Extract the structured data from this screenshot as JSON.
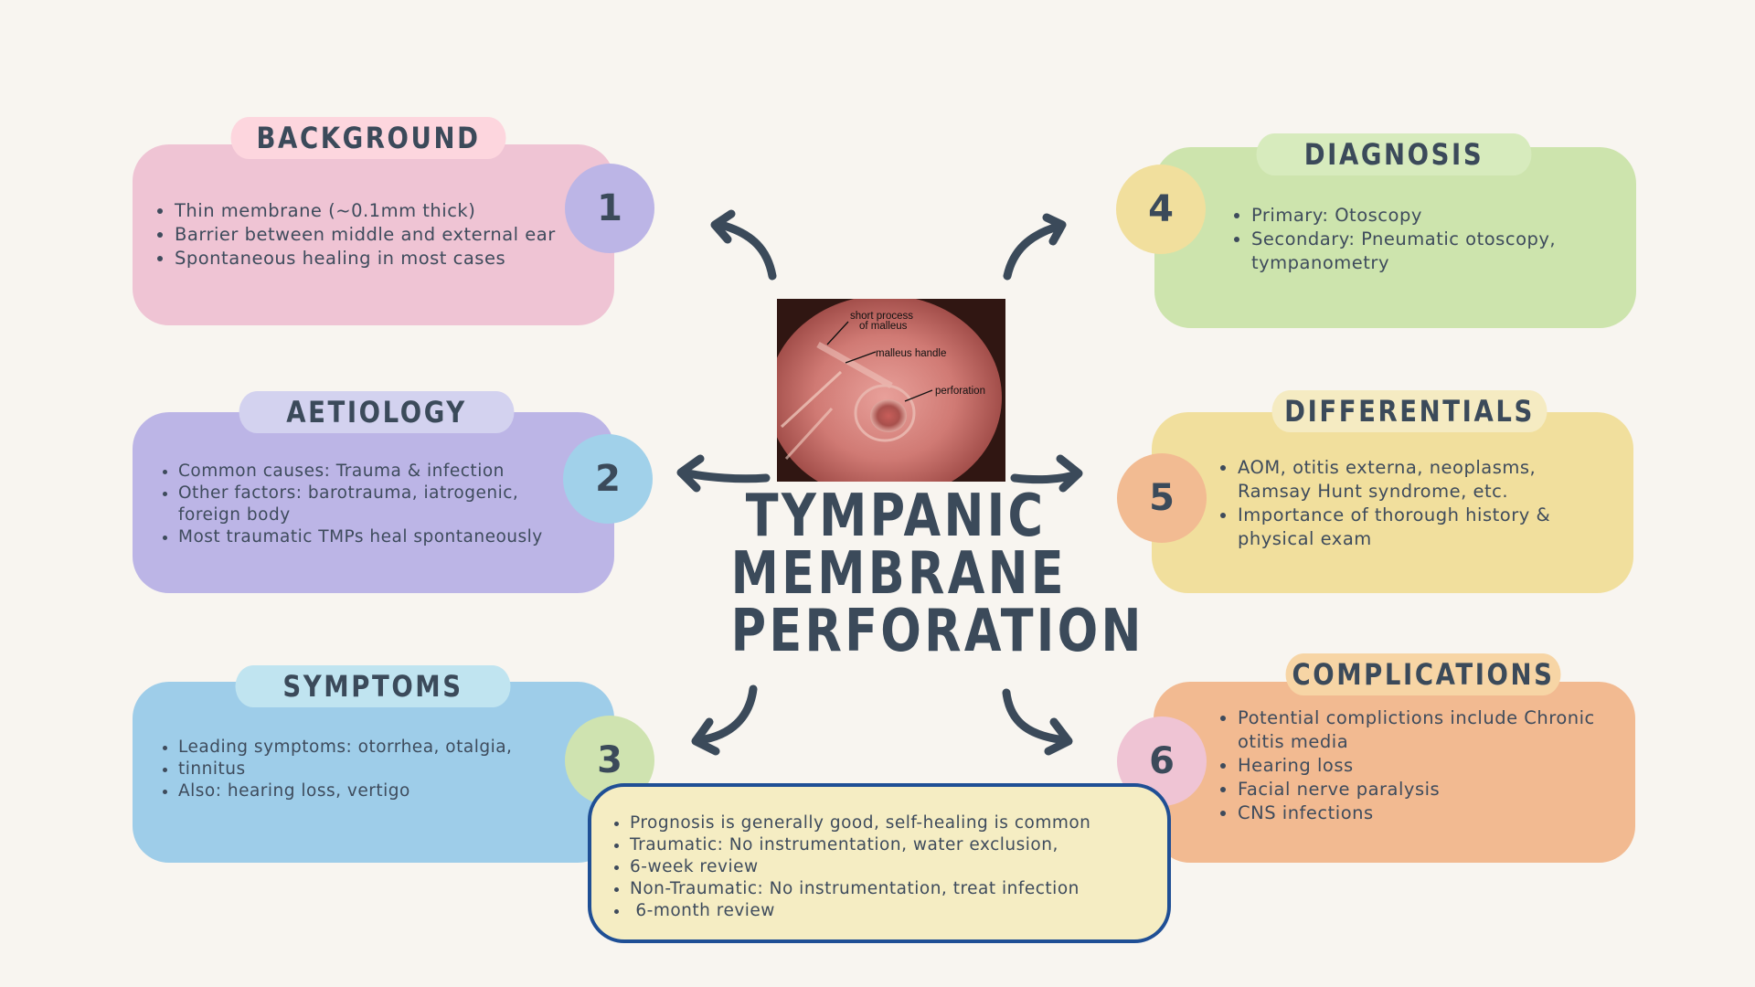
{
  "title": [
    "TYMPANIC",
    "MEMBRANE",
    "PERFORATION"
  ],
  "image": {
    "labels": {
      "short_process": [
        "short process",
        "of malleus"
      ],
      "malleus_handle": "malleus handle",
      "perforation": "perforation"
    }
  },
  "sections": {
    "background": {
      "number": "1",
      "title": "BACKGROUND",
      "items": [
        "Thin membrane (~0.1mm thick)",
        "Barrier between middle and external ear",
        "Spontaneous healing in most cases"
      ]
    },
    "aetiology": {
      "number": "2",
      "title": "AETIOLOGY",
      "items": [
        "Common causes: Trauma & infection",
        "Other factors: barotrauma, iatrogenic, foreign body",
        "Most traumatic TMPs heal spontaneously"
      ]
    },
    "symptoms": {
      "number": "3",
      "title": "SYMPTOMS",
      "items": [
        "Leading symptoms: otorrhea, otalgia,",
        "tinnitus",
        "Also: hearing loss, vertigo"
      ]
    },
    "diagnosis": {
      "number": "4",
      "title": "DIAGNOSIS",
      "items": [
        "Primary: Otoscopy",
        "Secondary: Pneumatic otoscopy, tympanometry"
      ]
    },
    "differentials": {
      "number": "5",
      "title": "DIFFERENTIALS",
      "items": [
        "AOM, otitis externa, neoplasms, Ramsay Hunt syndrome, etc.",
        "Importance of thorough history & physical exam"
      ]
    },
    "complications": {
      "number": "6",
      "title": "COMPLICATIONS",
      "items": [
        "Potential complictions include Chronic otitis media",
        "Hearing loss",
        "Facial nerve paralysis",
        "CNS infections"
      ]
    }
  },
  "management": {
    "items": [
      "Prognosis is generally good, self-healing is common",
      "Traumatic: No instrumentation, water exclusion,",
      "6-week review",
      "Non-Traumatic: No instrumentation, treat infection",
      " 6-month review"
    ]
  },
  "colors": {
    "background_card": "#efc4d4",
    "background_pill": "#fdd6de",
    "aetiology_card": "#bcb5e6",
    "aetiology_pill": "#d3d2ef",
    "symptoms_card": "#9ecde9",
    "symptoms_pill": "#c0e4f0",
    "diagnosis_card": "#cde4ad",
    "diagnosis_pill": "#d7ebbd",
    "differentials_card": "#f1df9d",
    "differentials_pill": "#f5ebc2",
    "complications_card": "#f2ba91",
    "complications_pill": "#f7d5a5",
    "circle_1": "#bcb5e6",
    "circle_2": "#a1d1ea",
    "circle_3": "#cfe3b0",
    "circle_4": "#f1df9d",
    "circle_5": "#f2bb92",
    "circle_6": "#efc4d4",
    "management_fill": "#f5edc3",
    "management_border": "#1f4f95",
    "text": "#3b4a5a"
  }
}
